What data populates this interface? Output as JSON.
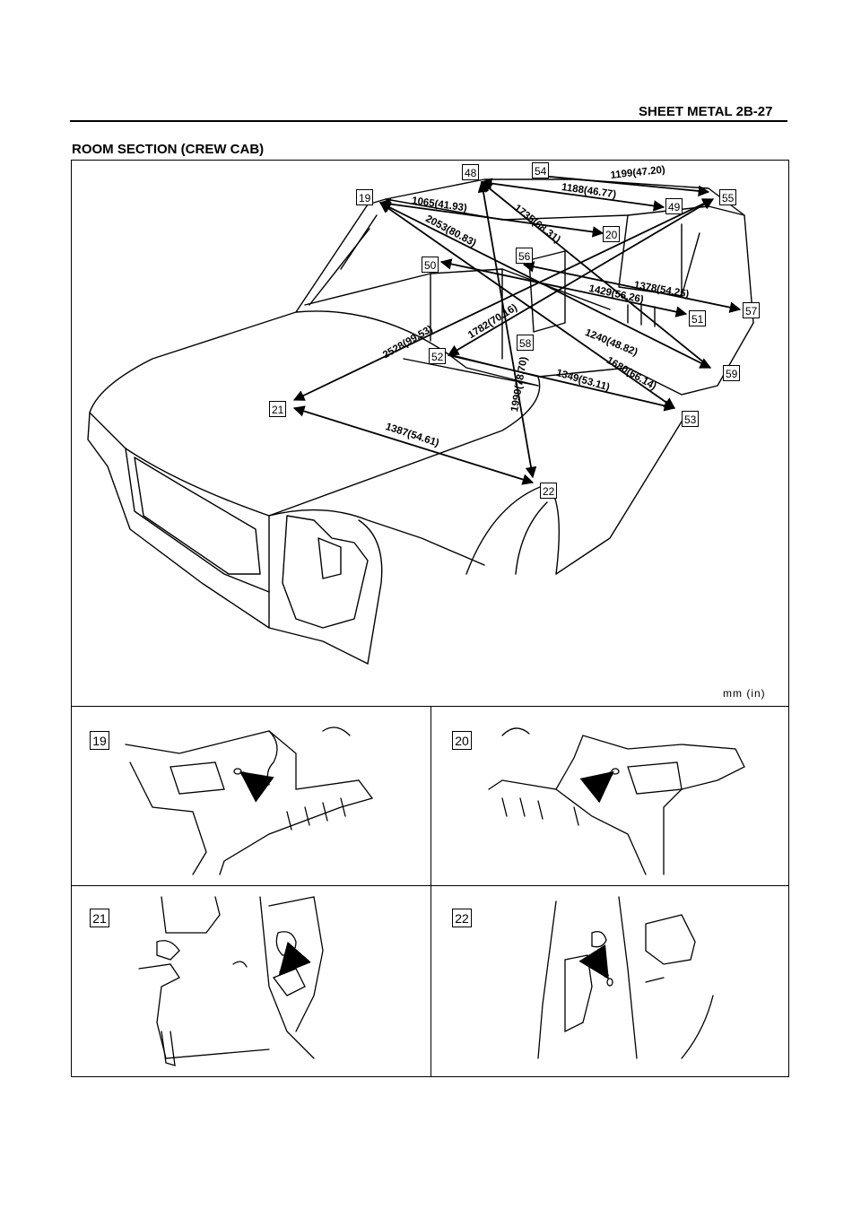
{
  "page": {
    "header_title": "SHEET METAL  2B-27",
    "section_title": "ROOM SECTION (CREW CAB)",
    "unit_label": "mm (in)"
  },
  "callouts": {
    "c19": "19",
    "c20": "20",
    "c21": "21",
    "c22": "22",
    "c48": "48",
    "c49": "49",
    "c50": "50",
    "c51": "51",
    "c52": "52",
    "c53": "53",
    "c54": "54",
    "c55": "55",
    "c56": "56",
    "c57": "57",
    "c58": "58",
    "c59": "59"
  },
  "dimensions": {
    "d1199": "1199(47.20)",
    "d1188": "1188(46.77)",
    "d1065": "1065(41.93)",
    "d1735": "1735(68.31)",
    "d2053": "2053(80.83)",
    "d1378": "1378(54.25)",
    "d1429": "1429(56.26)",
    "d1782": "1782(70.16)",
    "d2528": "2528(99.53)",
    "d1240": "1240(48.82)",
    "d1680": "1680(66.14)",
    "d1999": "1999(78.70)",
    "d1349": "1349(53.11)",
    "d1387": "1387(54.61)"
  },
  "detail_panels": {
    "p19": "19",
    "p20": "20",
    "p21": "21",
    "p22": "22"
  }
}
